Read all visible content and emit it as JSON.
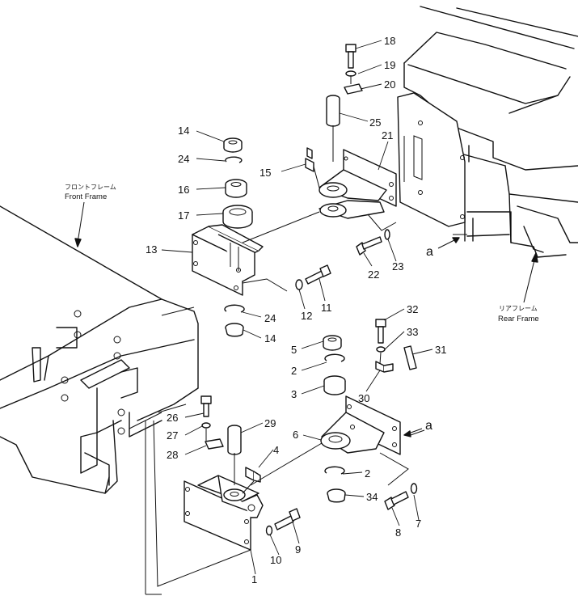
{
  "labels": {
    "front_frame_jp": "フロントフレーム",
    "front_frame_en": "Front Frame",
    "rear_frame_jp": "リアフレーム",
    "rear_frame_en": "Rear Frame",
    "view_marker": "a"
  },
  "callouts": [
    {
      "id": "1",
      "text": "1"
    },
    {
      "id": "2a",
      "text": "2"
    },
    {
      "id": "2b",
      "text": "2"
    },
    {
      "id": "3",
      "text": "3"
    },
    {
      "id": "4",
      "text": "4"
    },
    {
      "id": "5",
      "text": "5"
    },
    {
      "id": "6",
      "text": "6"
    },
    {
      "id": "7",
      "text": "7"
    },
    {
      "id": "8",
      "text": "8"
    },
    {
      "id": "9",
      "text": "9"
    },
    {
      "id": "10",
      "text": "10"
    },
    {
      "id": "11",
      "text": "11"
    },
    {
      "id": "12",
      "text": "12"
    },
    {
      "id": "13",
      "text": "13"
    },
    {
      "id": "14a",
      "text": "14"
    },
    {
      "id": "14b",
      "text": "14"
    },
    {
      "id": "15",
      "text": "15"
    },
    {
      "id": "16",
      "text": "16"
    },
    {
      "id": "17",
      "text": "17"
    },
    {
      "id": "18",
      "text": "18"
    },
    {
      "id": "19",
      "text": "19"
    },
    {
      "id": "20",
      "text": "20"
    },
    {
      "id": "21",
      "text": "21"
    },
    {
      "id": "22",
      "text": "22"
    },
    {
      "id": "23",
      "text": "23"
    },
    {
      "id": "24a",
      "text": "24"
    },
    {
      "id": "24b",
      "text": "24"
    },
    {
      "id": "25",
      "text": "25"
    },
    {
      "id": "26",
      "text": "26"
    },
    {
      "id": "27",
      "text": "27"
    },
    {
      "id": "28",
      "text": "28"
    },
    {
      "id": "29",
      "text": "29"
    },
    {
      "id": "30",
      "text": "30"
    },
    {
      "id": "31",
      "text": "31"
    },
    {
      "id": "32",
      "text": "32"
    },
    {
      "id": "33",
      "text": "33"
    },
    {
      "id": "34",
      "text": "34"
    }
  ]
}
